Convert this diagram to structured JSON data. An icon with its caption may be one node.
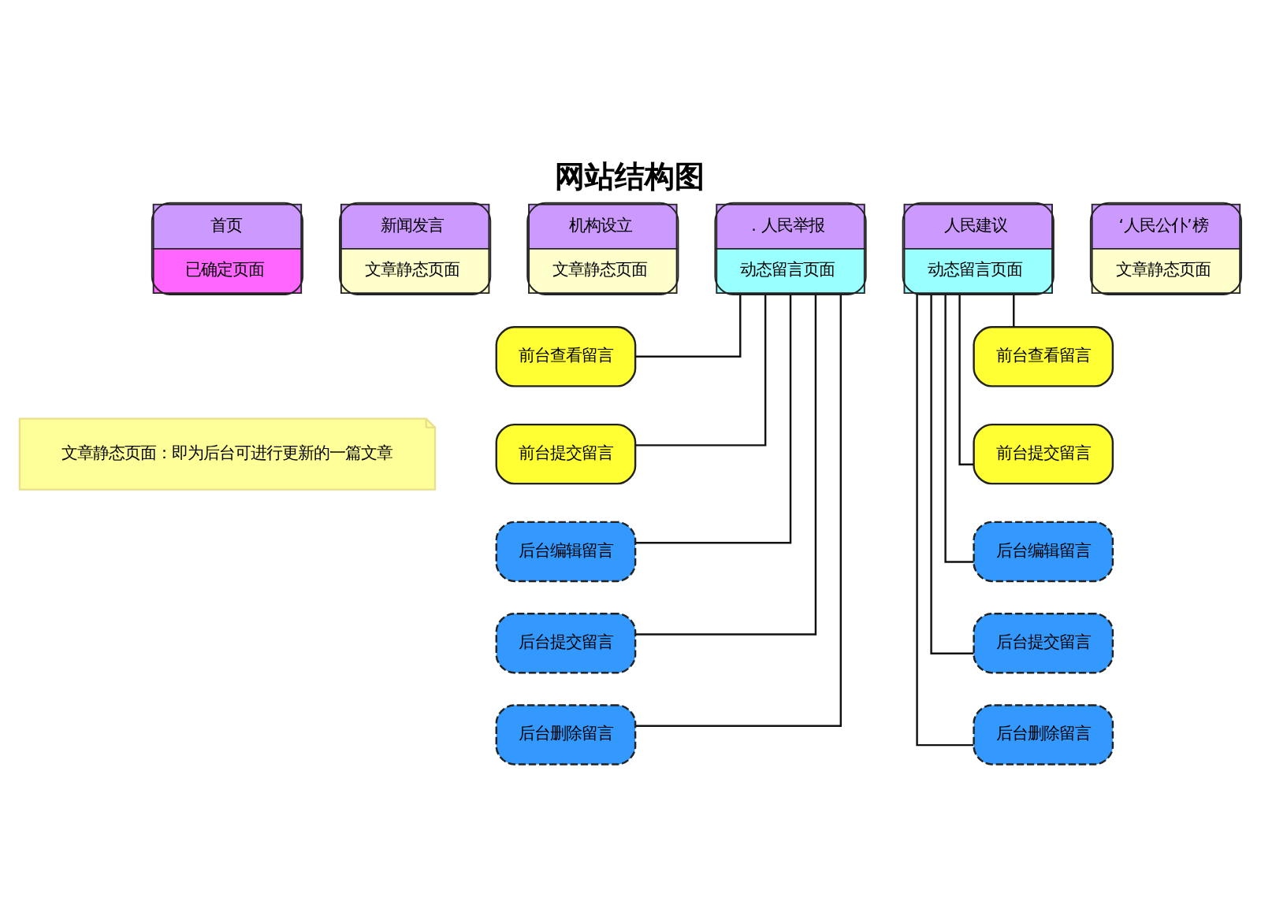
{
  "diagram": {
    "title": "网站结构图",
    "nodes": [
      {
        "text": [
          "首页",
          "已确定页面"
        ]
      },
      {
        "text": [
          "新闻发言",
          "文章静态页面"
        ]
      },
      {
        "text": [
          "机构设立",
          "文章静态页面"
        ]
      },
      {
        "text": [
          ". 人民举报",
          "动态留言页面"
        ]
      },
      {
        "text": [
          "人民建议",
          "动态留言页面"
        ]
      },
      {
        "text": [
          "‘人民公仆’榜",
          "文章静态页面"
        ]
      },
      {
        "text": [
          "文章静态页面：即为后台可进行更新的一篇文章"
        ]
      },
      {
        "text": [
          "前台查看留言"
        ]
      },
      {
        "text": [
          "前台提交留言"
        ]
      },
      {
        "text": [
          "后台编辑留言"
        ]
      },
      {
        "text": [
          "后台提交留言"
        ]
      },
      {
        "text": [
          "后台删除留言"
        ]
      },
      {
        "text": [
          "前台查看留言"
        ]
      },
      {
        "text": [
          "前台提交留言"
        ]
      },
      {
        "text": [
          "后台编辑留言"
        ]
      },
      {
        "text": [
          "后台提交留言"
        ]
      },
      {
        "text": [
          "后台删除留言"
        ]
      }
    ],
    "edges": [
      {
        "from": 3,
        "to": 7,
        "arrow": "none"
      },
      {
        "from": 3,
        "to": 8,
        "arrow": "none"
      },
      {
        "from": 3,
        "to": 9,
        "arrow": "none"
      },
      {
        "from": 3,
        "to": 10,
        "arrow": "none"
      },
      {
        "from": 3,
        "to": 11,
        "arrow": "none"
      },
      {
        "from": 4,
        "to": 12,
        "arrow": "none"
      },
      {
        "from": 4,
        "to": 13,
        "arrow": "none"
      },
      {
        "from": 4,
        "to": 14,
        "arrow": "none"
      },
      {
        "from": 4,
        "to": 15,
        "arrow": "none"
      },
      {
        "from": 4,
        "to": 16,
        "arrow": "none"
      }
    ]
  }
}
